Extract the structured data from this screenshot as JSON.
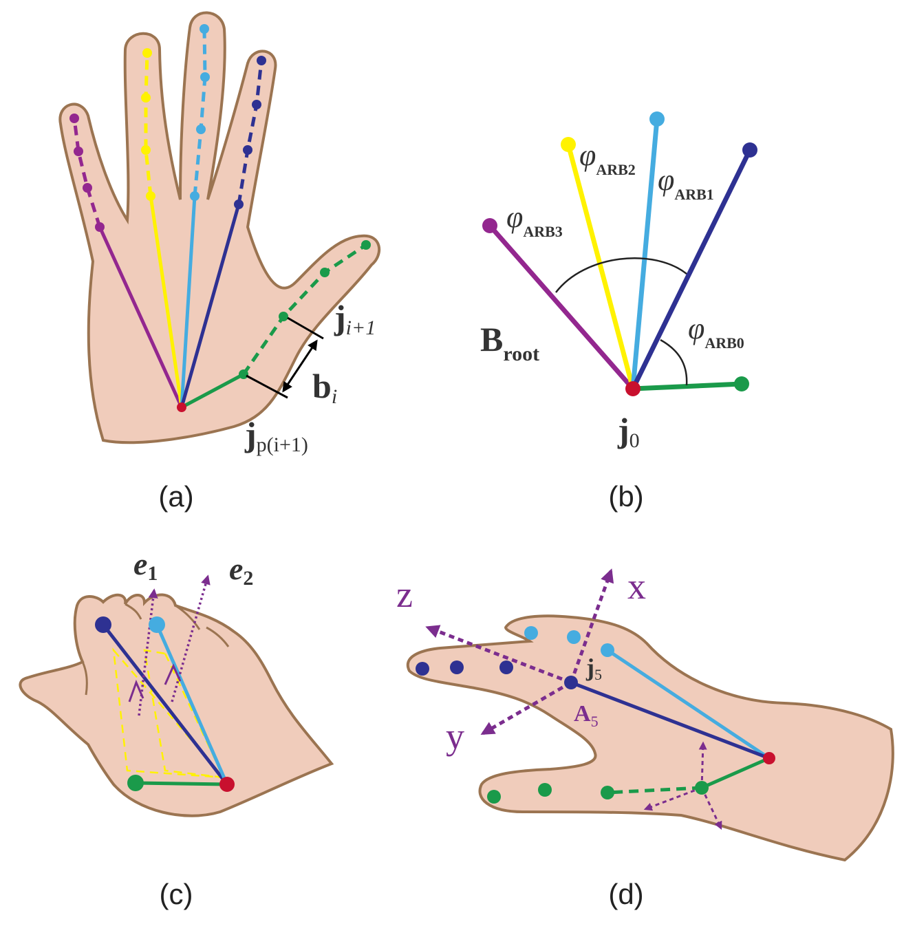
{
  "colors": {
    "skin": "#f0ccbb",
    "outline": "#9b7451",
    "root": "#c8102e",
    "thumb": "#1a9a4a",
    "index": "#2e3192",
    "middle": "#45ace0",
    "ring": "#fff200",
    "pinky": "#93278f",
    "axis": "#7b2d8e",
    "dark": "#333333"
  },
  "panels": {
    "a": {
      "caption": "(a)",
      "label_j_next": "j",
      "label_j_next_sub": "i+1",
      "label_b": "b",
      "label_b_sub": "i",
      "label_j_parent": "j",
      "label_j_parent_sub": "p(i+1)"
    },
    "b": {
      "caption": "(b)",
      "phi": "φ",
      "arb0": "ARB0",
      "arb1": "ARB1",
      "arb2": "ARB2",
      "arb3": "ARB3",
      "b_root": "B",
      "b_root_sub": "root",
      "j0": "j",
      "j0_sub": "0"
    },
    "c": {
      "caption": "(c)",
      "e1": "e",
      "e1_sub": "1",
      "e2": "e",
      "e2_sub": "2"
    },
    "d": {
      "caption": "(d)",
      "x": "x",
      "y": "y",
      "z": "z",
      "j5": "j",
      "j5_sub": "5",
      "a5": "A",
      "a5_sub": "5"
    }
  }
}
